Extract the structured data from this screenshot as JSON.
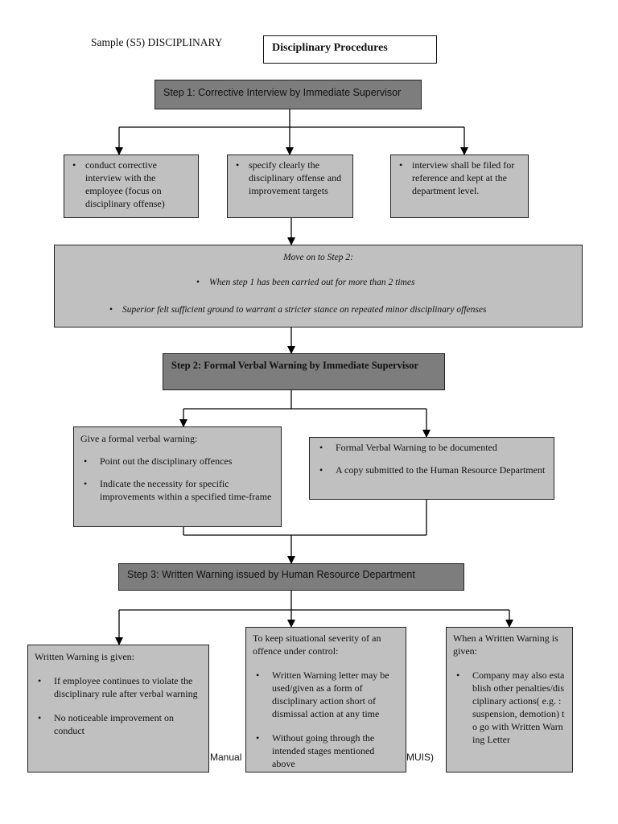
{
  "header": {
    "sample_label": "Sample (S5) DISCIPLINARY",
    "doc_title": "Disciplinary Procedures"
  },
  "step1": {
    "title": "Step 1: Corrective Interview by Immediate Supervisor",
    "boxes": [
      {
        "items": [
          "conduct corrective interview with the employee (focus on disciplinary offense)"
        ]
      },
      {
        "items": [
          "specify clearly the disciplinary offense and improvement targets"
        ]
      },
      {
        "items": [
          "interview shall be filed for reference and kept at the department level."
        ]
      }
    ]
  },
  "move_on": {
    "title": "Move on to Step 2:",
    "items": [
      "When step 1 has been carried out for more than 2 times",
      "Superior felt sufficient ground to warrant a stricter stance on repeated minor disciplinary offenses"
    ]
  },
  "step2": {
    "title": "Step 2: Formal Verbal Warning by Immediate Supervisor",
    "left": {
      "heading": "Give a formal verbal warning:",
      "items": [
        "Point out the disciplinary offences",
        "Indicate the necessity for specific improvements within a specified time-frame"
      ]
    },
    "right": {
      "items": [
        "Formal Verbal Warning to be documented",
        "A copy submitted to the Human Resource Department"
      ]
    }
  },
  "step3": {
    "title": "Step 3: Written Warning issued by Human Resource Department",
    "left": {
      "heading": "Written Warning is given:",
      "items": [
        "If employee continues to violate the disciplinary rule after verbal warning",
        "No noticeable improvement on conduct"
      ]
    },
    "middle": {
      "heading": "To keep situational severity of an offence under control:",
      "items": [
        "Written Warning letter may be used/given as a form of disciplinary action short of dismissal action at any time",
        "Without going through the intended stages mentioned above"
      ]
    },
    "right": {
      "heading": "When a Written Warning is given:",
      "items": [
        "Company may also establish other penalties/disciplinary actions( e.g. : suspension, demotion) to go with Written Warning Letter"
      ]
    }
  },
  "footer": {
    "left_fragment": "Manual",
    "right_fragment": "MUIS)"
  }
}
